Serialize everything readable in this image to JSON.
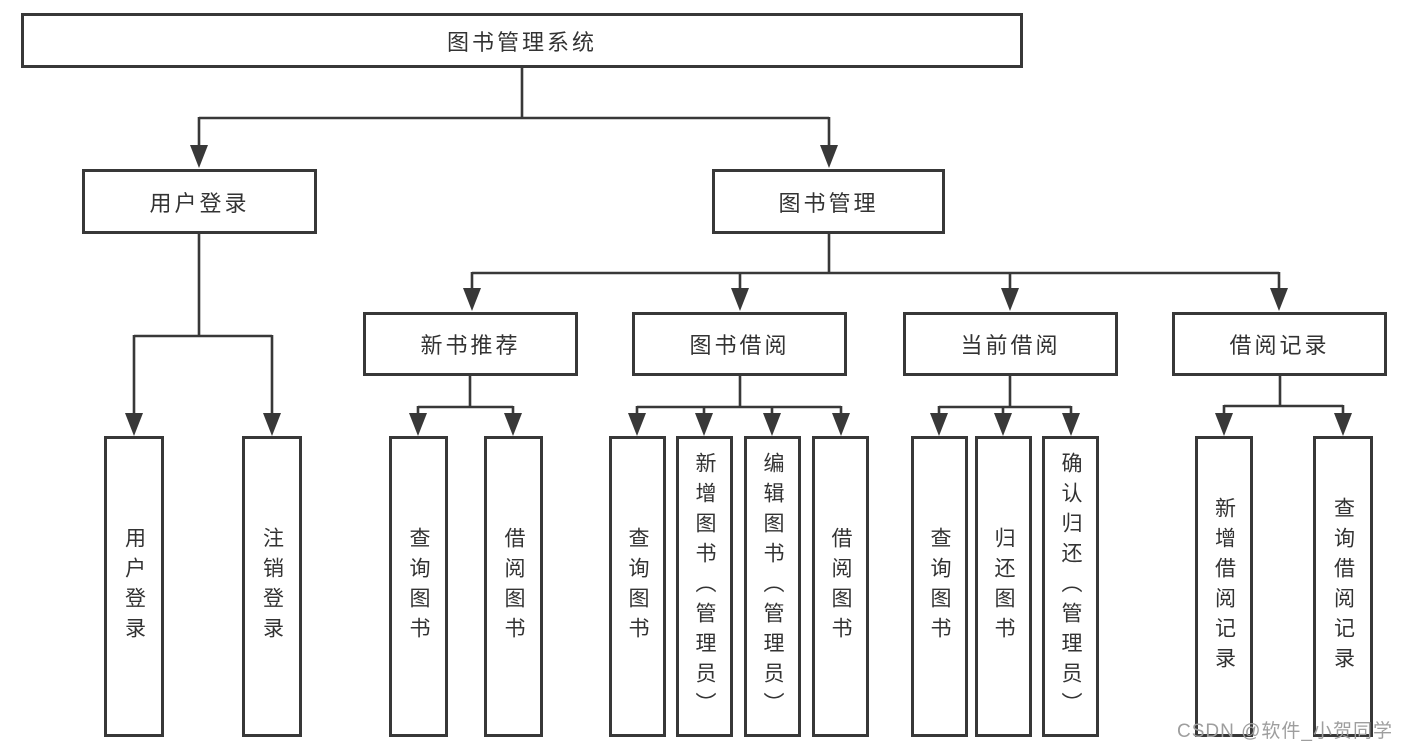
{
  "diagram": {
    "type": "hierarchy-tree",
    "tree": {
      "label": "图书管理系统",
      "children": [
        {
          "label": "用户登录",
          "children": [
            {
              "label": "用户登录"
            },
            {
              "label": "注销登录"
            }
          ]
        },
        {
          "label": "图书管理",
          "children": [
            {
              "label": "新书推荐",
              "children": [
                {
                  "label": "查询图书"
                },
                {
                  "label": "借阅图书"
                }
              ]
            },
            {
              "label": "图书借阅",
              "children": [
                {
                  "label": "查询图书"
                },
                {
                  "label": "新增图书（管理员）"
                },
                {
                  "label": "编辑图书（管理员）"
                },
                {
                  "label": "借阅图书"
                }
              ]
            },
            {
              "label": "当前借阅",
              "children": [
                {
                  "label": "查询图书"
                },
                {
                  "label": "归还图书"
                },
                {
                  "label": "确认归还（管理员）"
                }
              ]
            },
            {
              "label": "借阅记录",
              "children": [
                {
                  "label": "新增借阅记录"
                },
                {
                  "label": "查询借阅记录"
                }
              ]
            }
          ]
        }
      ]
    },
    "watermark": "CSDN @软件_小贺同学",
    "colors": {
      "line": "#383838",
      "text": "#333333",
      "watermark": "#9e9e9e",
      "background": "#ffffff"
    }
  }
}
